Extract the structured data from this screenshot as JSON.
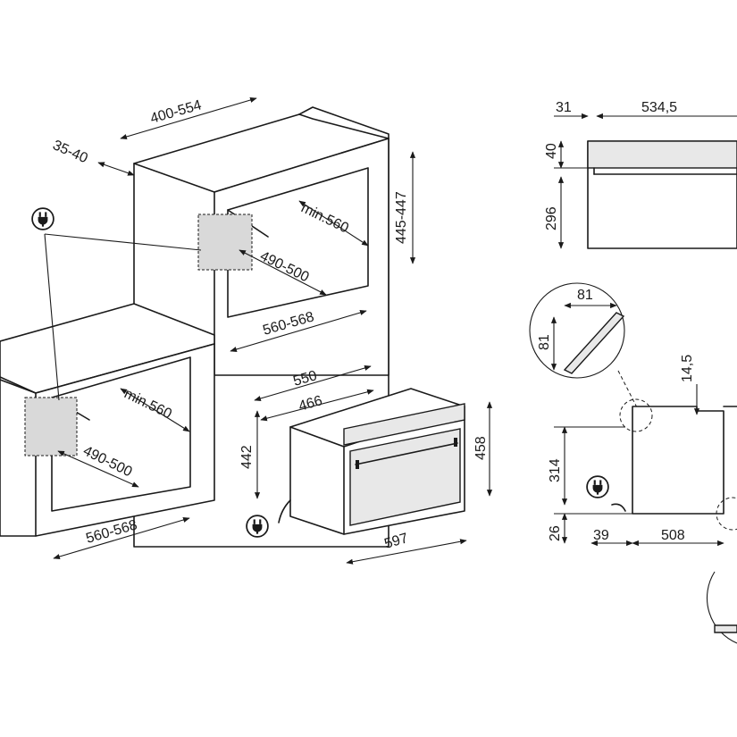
{
  "dimensions": {
    "top_depth": "400-554",
    "top_gap": "35-40",
    "column_height": "445-447",
    "column_depth": "min.560",
    "column_niche_depth": "490-500",
    "column_width": "560-568",
    "under_depth": "min.560",
    "under_niche_depth": "490-500",
    "under_width": "560-568",
    "oven_depth": "550",
    "oven_body_depth": "466",
    "oven_body_height": "442",
    "oven_height": "458",
    "oven_width": "597",
    "side_top": "31",
    "side_top_width": "534,5",
    "side_panel": "40",
    "side_height": "296",
    "detail_w": "81",
    "detail_h": "81",
    "gap_top": "14,5",
    "side_body_height": "314",
    "side_bottom": "26",
    "side_left": "39",
    "side_width": "508"
  },
  "icons": {
    "plug": "plug-icon"
  }
}
